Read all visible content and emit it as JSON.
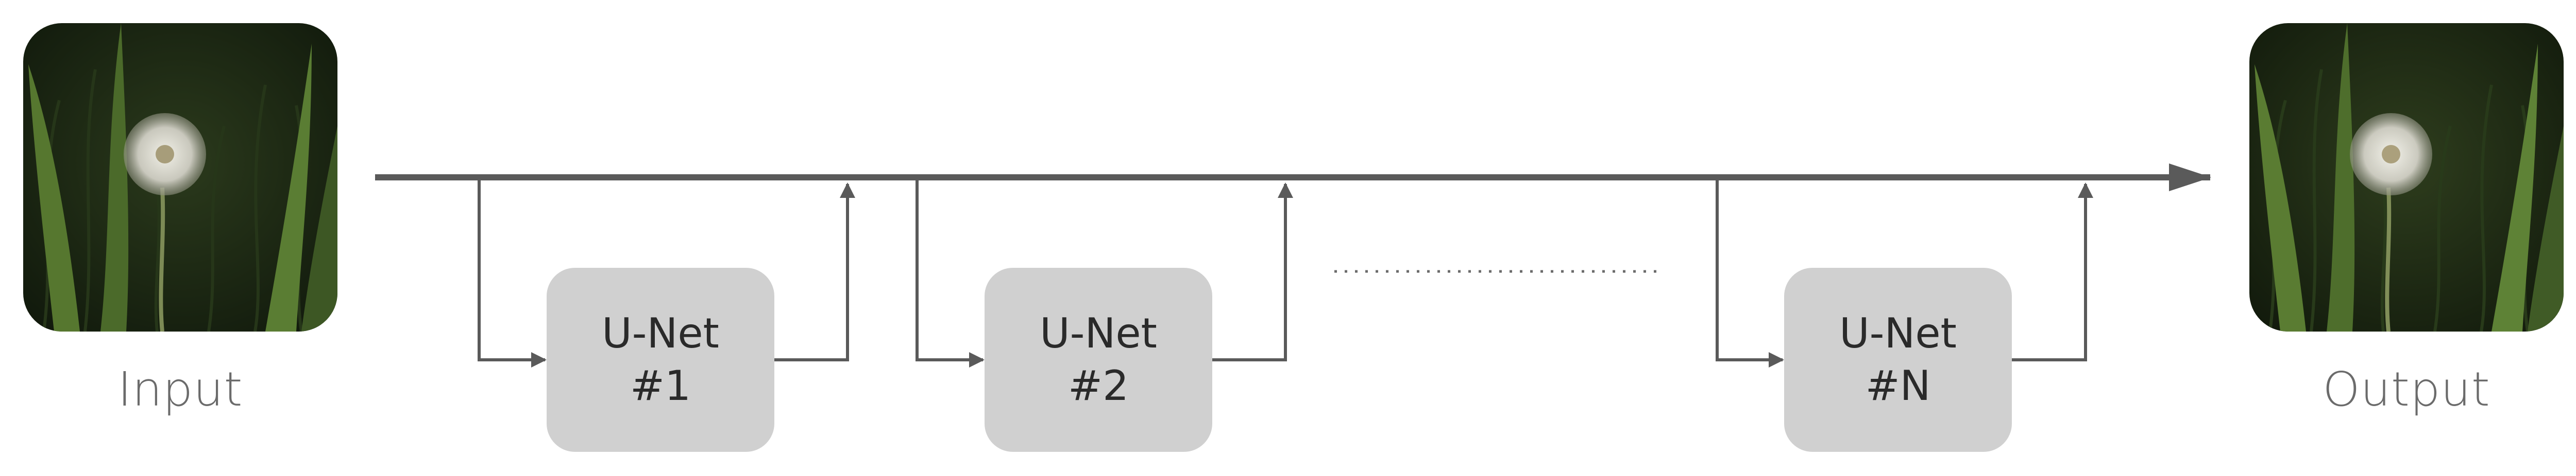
{
  "input_label": "Input",
  "output_label": "Output",
  "blocks": [
    {
      "name": "U-Net",
      "index": "#1"
    },
    {
      "name": "U-Net",
      "index": "#2"
    },
    {
      "name": "U-Net",
      "index": "#N"
    }
  ],
  "colors": {
    "line": "#5a5a5a",
    "box_fill": "#d0d0d0",
    "box_text": "#2a2a2a",
    "caption": "#6b6b6b",
    "photo_dark": "#16220f",
    "photo_grass": "#4d6b2e"
  },
  "icons": {
    "input_image": "dandelion-photo",
    "output_image": "dandelion-photo"
  }
}
